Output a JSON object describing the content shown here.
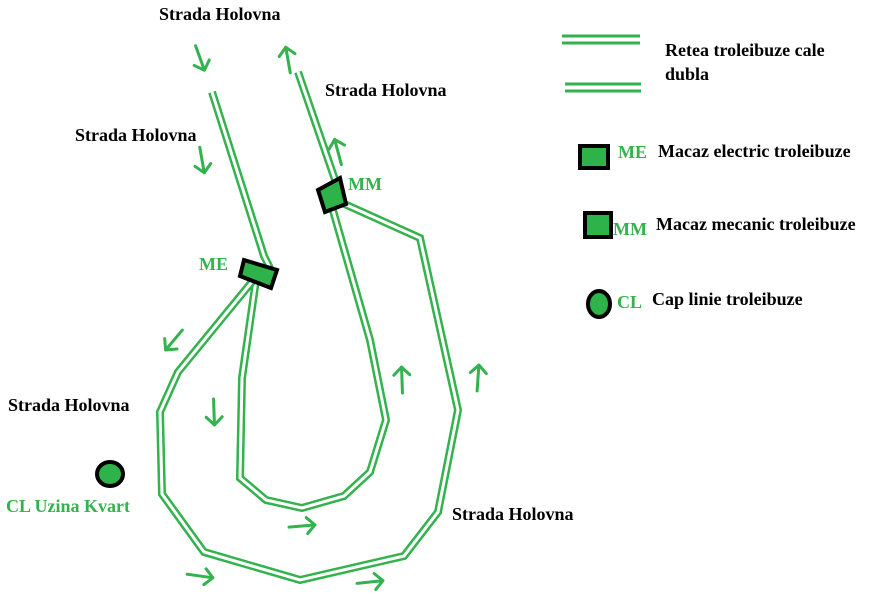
{
  "colors": {
    "line": "#33b24d",
    "label_green": "#33b24d",
    "label_black": "#000000",
    "switch_fill": "#2db34a",
    "outline": "#000000"
  },
  "map_labels": {
    "street_top": "Strada Holovna",
    "street_upper_right": "Strada Holovna",
    "street_upper_left": "Strada Holovna",
    "street_left": "Strada Holovna",
    "street_bottom_right": "Strada Holovna",
    "me": "ME",
    "mm": "MM",
    "terminus": "CL Uzina Kvart"
  },
  "legend": {
    "double_line_line1": "Retea troleibuze cale",
    "double_line_line2": "dubla",
    "electric_code": "ME",
    "electric_label": "Macaz electric troleibuze",
    "mechanical_code": "MM",
    "mechanical_label": "Macaz mecanic troleibuze",
    "terminus_code": "CL",
    "terminus_label": "Cap linie troleibuze"
  }
}
